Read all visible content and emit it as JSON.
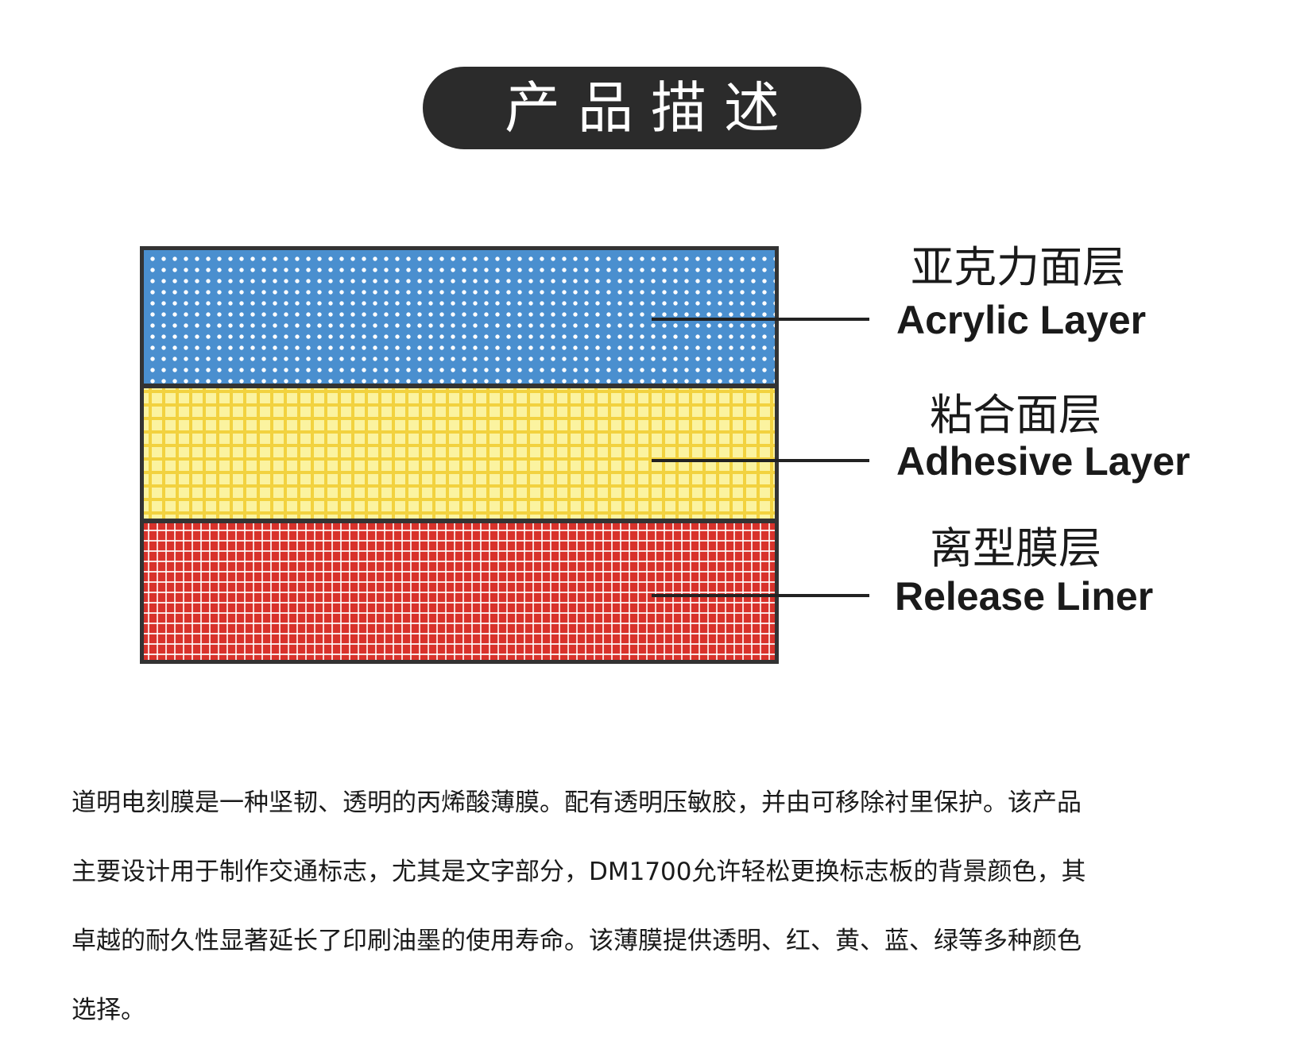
{
  "title": "产品描述",
  "diagram": {
    "layers": [
      {
        "name_zh": "亚克力面层",
        "name_en": "Acrylic Layer",
        "color": "#4a8fcf"
      },
      {
        "name_zh": "粘合面层",
        "name_en": "Adhesive Layer",
        "color": "#fbf3a0"
      },
      {
        "name_zh": "离型膜层",
        "name_en": "Release Liner",
        "color": "#d8322b"
      }
    ]
  },
  "description": {
    "lines": [
      "道明电刻膜是一种坚韧、透明的丙烯酸薄膜。配有透明压敏胶，并由可移除衬里保护。该产品",
      "主要设计用于制作交通标志，尤其是文字部分，DM1700允许轻松更换标志板的背景颜色，其",
      "卓越的耐久性显著延长了印刷油墨的使用寿命。该薄膜提供透明、红、黄、蓝、绿等多种颜色",
      "选择。"
    ]
  }
}
